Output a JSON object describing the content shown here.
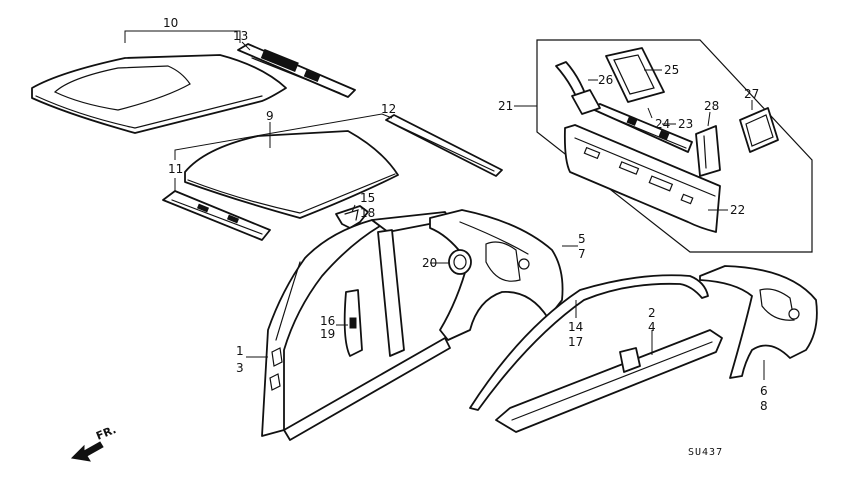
{
  "callouts": {
    "c1": "1",
    "c2": "2",
    "c3": "3",
    "c4": "4",
    "c5": "5",
    "c6": "6",
    "c7": "7",
    "c8": "8",
    "c9": "9",
    "c10": "10",
    "c11": "11",
    "c12": "12",
    "c13": "13",
    "c14": "14",
    "c15": "15",
    "c16": "16",
    "c17": "17",
    "c18": "18",
    "c19": "19",
    "c20": "20",
    "c21": "21",
    "c22": "22",
    "c23": "23",
    "c24": "24",
    "c25": "25",
    "c26": "26",
    "c27": "27",
    "c28": "28"
  },
  "direction_label": "FR.",
  "diagram_code": "SU437"
}
